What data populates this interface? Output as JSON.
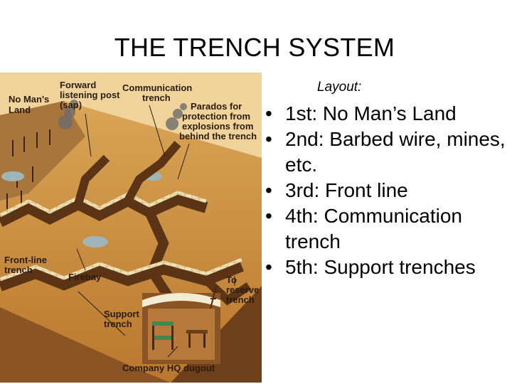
{
  "slide": {
    "title": "THE TRENCH SYSTEM",
    "layout_label": "Layout:",
    "bullets": [
      "1st: No Man’s Land",
      "2nd: Barbed wire, mines, etc.",
      "3rd: Front line",
      "4th: Communication trench",
      "5th: Support trenches"
    ]
  },
  "diagram": {
    "labels": {
      "no_mans_land": [
        "No Man's",
        "Land"
      ],
      "forward_post": [
        "Forward",
        "listening post",
        "(sap)"
      ],
      "communication": [
        "Communication",
        "trench"
      ],
      "parados": [
        "Parados for",
        "protection from",
        "explosions from",
        "behind the trench"
      ],
      "front_line": [
        "Front-line",
        "trench"
      ],
      "firebay": [
        "Firebay"
      ],
      "support": [
        "Support",
        "trench"
      ],
      "reserve": [
        "To",
        "reserve",
        "trench"
      ],
      "company_hq": [
        "Company HQ dugout"
      ]
    },
    "colors": {
      "ground": "#c98a3e",
      "ground_dark": "#8a5424",
      "trench": "#5a3414",
      "sandbag": "#e8d6a8"
    }
  }
}
